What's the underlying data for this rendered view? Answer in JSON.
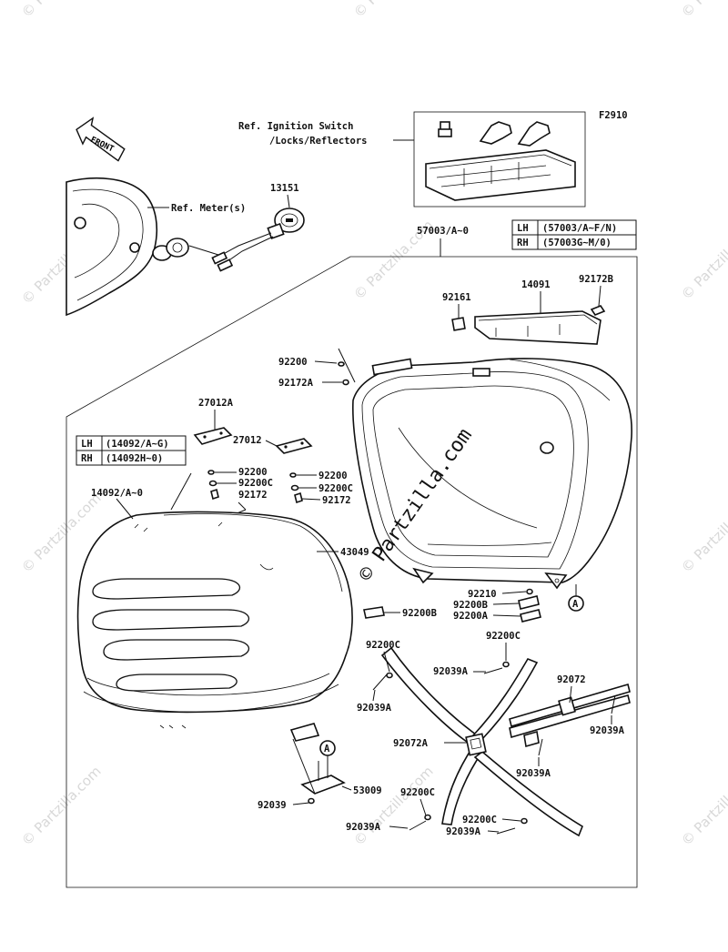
{
  "diagram": {
    "figure_code": "F2910",
    "front_label": "FRONT",
    "watermark": "© Partzilla.com",
    "center_watermark": "© Partzilla.com",
    "refs": {
      "ignition_line1": "Ref. Ignition Switch",
      "ignition_line2": "/Locks/Reflectors",
      "meter": "Ref. Meter(s)"
    },
    "table_right": {
      "rows": [
        {
          "side": "LH",
          "part": "(57003/A~F/N)"
        },
        {
          "side": "RH",
          "part": "(57003G~M/0)"
        }
      ]
    },
    "table_left": {
      "rows": [
        {
          "side": "LH",
          "part": "(14092/A~G)"
        },
        {
          "side": "RH",
          "part": "(14092H~0)"
        }
      ]
    },
    "parts": {
      "p13151": "13151",
      "p57003": "57003/A~0",
      "p92161": "92161",
      "p14091": "14091",
      "p92172B": "92172B",
      "p92200_a": "92200",
      "p92172A": "92172A",
      "p27012A": "27012A",
      "p27012": "27012",
      "p92200_b": "92200",
      "p92200C_a": "92200C",
      "p92172_a": "92172",
      "p92200_c": "92200",
      "p92200C_b": "92200C",
      "p92172_b": "92172",
      "p14092": "14092/A~0",
      "p43049": "43049",
      "p92210": "92210",
      "p92200B_a": "92200B",
      "p92200A": "92200A",
      "p92200B_b": "92200B",
      "p92200C_c": "92200C",
      "p92200C_d": "92200C",
      "p92039A_a": "92039A",
      "p92072": "92072",
      "p92039A_b": "92039A",
      "p92039A_c": "92039A",
      "p92072A": "92072A",
      "p92039A_d": "92039A",
      "p53009": "53009",
      "p92039": "92039",
      "p92200C_e": "92200C",
      "p92039A_e": "92039A",
      "p92200C_f": "92200C",
      "p92039A_f": "92039A"
    },
    "callout_marker": "A"
  }
}
